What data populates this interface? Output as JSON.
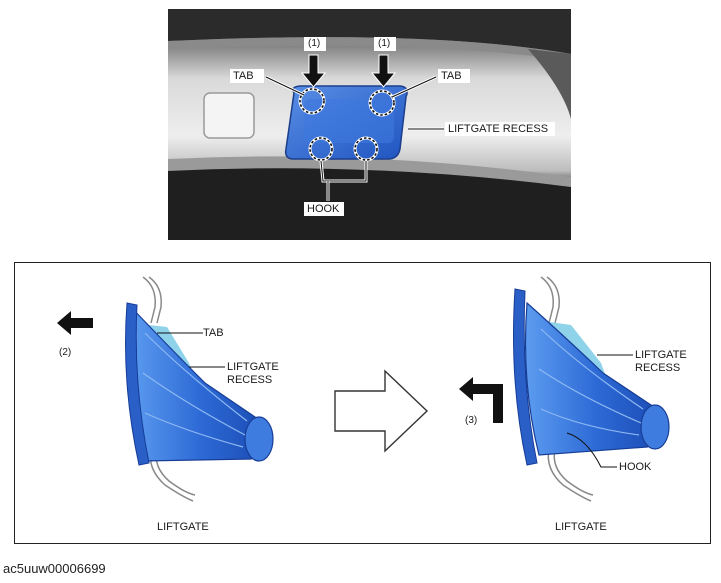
{
  "top": {
    "label_1_left": "(1)",
    "label_1_right": "(1)",
    "tab_left": "TAB",
    "tab_right": "TAB",
    "liftgate_recess": "LIFTGATE RECESS",
    "hook": "HOOK"
  },
  "bottom": {
    "left": {
      "step": "(2)",
      "tab": "TAB",
      "recess_line1": "LIFTGATE",
      "recess_line2": "RECESS",
      "liftgate": "LIFTGATE"
    },
    "right": {
      "step": "(3)",
      "recess_line1": "LIFTGATE",
      "recess_line2": "RECESS",
      "hook": "HOOK",
      "liftgate": "LIFTGATE"
    }
  },
  "caption": "ac5uuw00006699",
  "colors": {
    "part_blue": "#2f6fd6",
    "part_light": "#8fd3ea",
    "arrow": "#111111"
  }
}
